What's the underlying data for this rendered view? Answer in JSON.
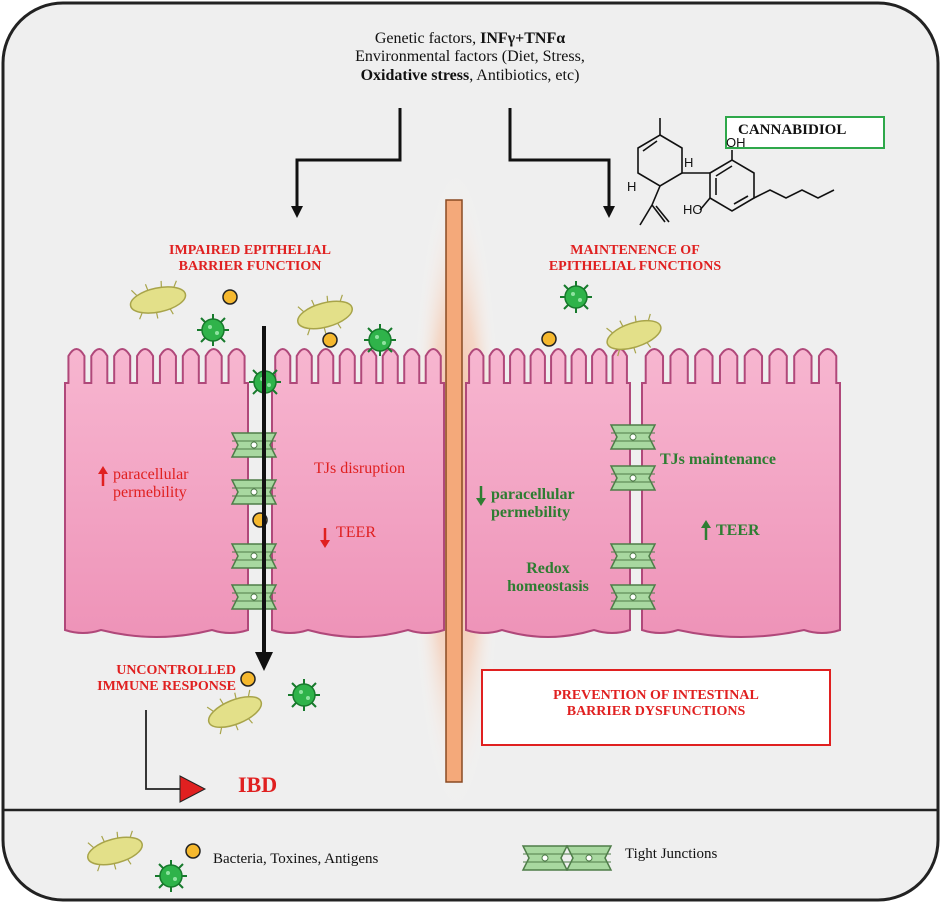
{
  "top_factors": {
    "line1_prefix": "Genetic factors, ",
    "line1_bold": "INFγ+TNFα",
    "line2": "Environmental factors (Diet, Stress,",
    "line3_bold": "Oxidative stress",
    "line3_suffix": ", Antibiotics, etc)"
  },
  "cannabidiol": {
    "label": "CANNABIDIOL",
    "oh_top": "OH",
    "oh_bottom": "HO",
    "h1": "H",
    "h2": "H"
  },
  "left": {
    "title_line1": "IMPAIRED EPITHELIAL",
    "title_line2": "BARRIER FUNCTION",
    "para_line1": "paracellular",
    "para_line2": "permebility",
    "tjs": "TJs disruption",
    "teer": "TEER",
    "immune_line1": "UNCONTROLLED",
    "immune_line2": "IMMUNE RESPONSE",
    "ibd": "IBD"
  },
  "right": {
    "title_line1": "MAINTENENCE OF",
    "title_line2": "EPITHELIAL FUNCTIONS",
    "tjs": "TJs maintenance",
    "para_line1": "paracellular",
    "para_line2": "permebility",
    "teer": "TEER",
    "redox_line1": "Redox",
    "redox_line2": "homeostasis",
    "prevention_line1": "PREVENTION OF INTESTINAL",
    "prevention_line2": "BARRIER DYSFUNCTIONS"
  },
  "legend": {
    "pathogens": "Bacteria, Toxines, Antigens",
    "tight_junctions": "Tight Junctions"
  },
  "colors": {
    "panel_bg": "#efefef",
    "cell_fill": "#f2a5c4",
    "cell_stroke": "#b0487a",
    "tj_fill": "#a8d8a0",
    "barrier_fill": "#f4a97a",
    "red": "#e02020",
    "green": "#2e7d32",
    "virus": "#2fb34a",
    "bacteria": "#d9d77a",
    "toxin": "#f5b82e"
  }
}
